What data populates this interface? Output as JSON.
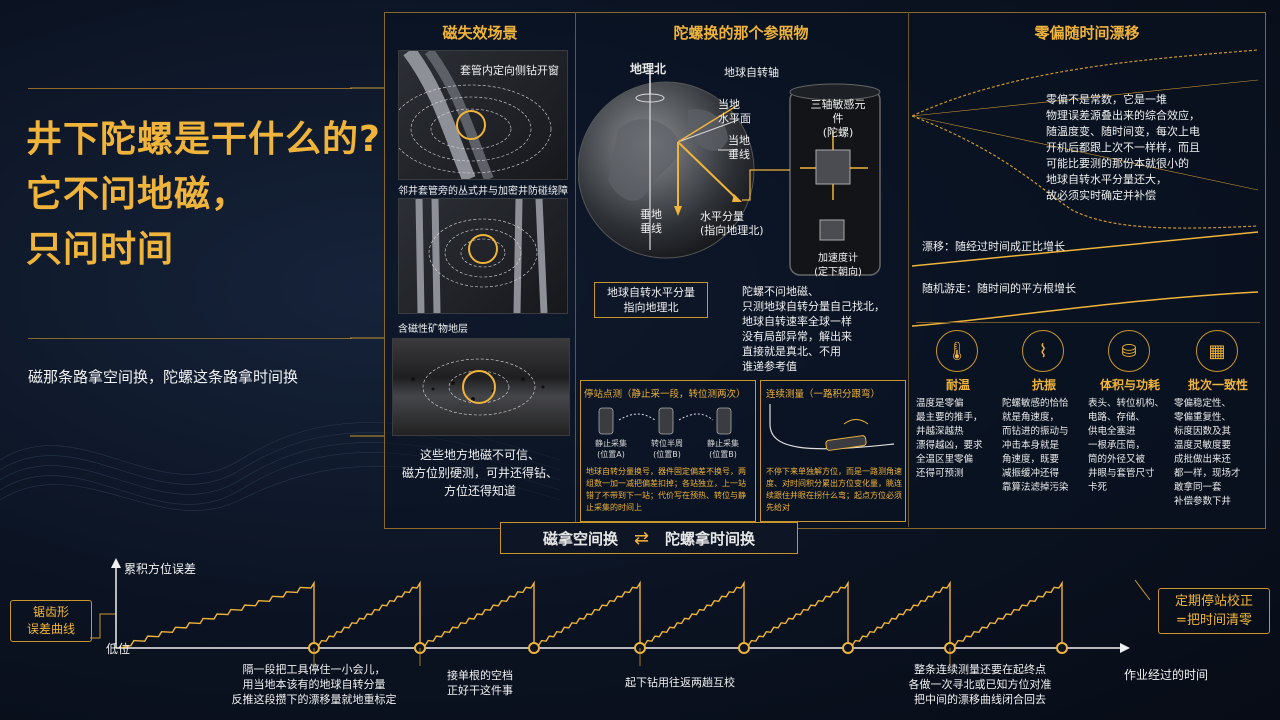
{
  "title": {
    "line1": "井下陀螺是干什么的?",
    "line2": "它不问地磁，",
    "line3": "只问时间"
  },
  "subtitle": "磁那条路拿空间换，陀螺这条路拿时间换",
  "panel1": {
    "header": "磁失效场景",
    "img1_label": "套管内定向侧钻开窗",
    "img2_label": "邻井套管旁的丛式井与加密井防碰绕障",
    "img3_label": "含磁性矿物地层",
    "caption": [
      "这些地方地磁不可信、",
      "磁方位别硬测，可井还得钻、",
      "方位还得知道"
    ]
  },
  "panel2": {
    "header": "陀螺换的那个参照物",
    "geo_north": "地理北",
    "earth_axis": "地球自转轴",
    "local_horizontal": [
      "当地",
      "水平面"
    ],
    "local_vertical": [
      "当地",
      "垂线"
    ],
    "plumb": [
      "垂地",
      "垂线"
    ],
    "horiz_component": [
      "水平分量",
      "(指向地理北)"
    ],
    "box_label": [
      "地球自转水平分量",
      "指向地理北"
    ],
    "sensor_label": [
      "三轴敏感元件",
      "(陀螺)"
    ],
    "accel_label": [
      "加速度计",
      "(定下朝向)"
    ],
    "explain": [
      "陀螺不问地磁、",
      "只测地球自转分量自己找北，",
      "地球自转速率全球一样",
      "没有局部异常，解出来",
      "直接就是真北、不用",
      "谁递参考值"
    ]
  },
  "station": {
    "header": "停站点测（静止采一段，转位测两次）",
    "pos": [
      [
        "静止采集",
        "(位置A)"
      ],
      [
        "转位半周",
        "(位置B)"
      ],
      [
        "静止采集",
        "(位置B)"
      ]
    ],
    "desc": "地球自转分量换号，器件固定偏差不换号，两组数一加一减把偏差扣掉；各站独立，上一站错了不带到下一站；代价写在预热、转位与静止采集的时间上"
  },
  "continuous": {
    "header": "连续测量（一路积分跟弯）",
    "desc": "不停下来单独解方位，而是一路测角速度、对时间积分累出方位变化量，眺连续跟住井眼在拐什么弯；起点方位必须先给对"
  },
  "panel3": {
    "header": "零偏随时间漂移",
    "explain": [
      "零偏不是常数，它是一堆",
      "物理误差源叠出来的综合效应，",
      "随温度变、随时间变，每次上电",
      "开机后都跟上次不一样样，而且",
      "可能比要测的那份本就很小的",
      "地球自转水平分量还大，",
      "故必须实时确定并补偿"
    ],
    "drift": "漂移：随经过时间成正比增长",
    "walk": "随机游走：随时间的平方根增长"
  },
  "features": [
    {
      "icon": "thermometer-icon",
      "title": "耐温",
      "text": [
        "温度是零偏",
        "最主要的推手，",
        "井越深越热",
        "漂得越凶，要求",
        "全温区里零偏",
        "还得可预测"
      ]
    },
    {
      "icon": "vibration-icon",
      "title": "抗振",
      "text": [
        "陀螺敏感的恰恰",
        "就是角速度，",
        "而钻进的振动与",
        "冲击本身就是",
        "角速度，既要",
        "减振缓冲还得",
        "靠算法滤掉污染"
      ]
    },
    {
      "icon": "power-icon",
      "title": "体积与功耗",
      "text": [
        "表头、转位机构、",
        "电路、存储、",
        "供电全塞进",
        "一根承压筒，",
        "筒的外径又被",
        "井眼与套管尺寸",
        "卡死"
      ]
    },
    {
      "icon": "cubes-icon",
      "title": "批次一致性",
      "text": [
        "零偏稳定性、",
        "零偏重复性、",
        "标度因数及其",
        "温度灵敏度要",
        "成批做出来还",
        "都一样，现场才",
        "敢拿同一套",
        "补偿参数下井"
      ]
    }
  ],
  "banner": {
    "left": "磁拿空间换",
    "right": "陀螺拿时间换"
  },
  "bottom": {
    "side_label": [
      "锯齿形",
      "误差曲线"
    ],
    "yaxis": "累积方位误差",
    "low": "低位",
    "xaxis": "作业经过的时间",
    "right_box": [
      "定期停站校正",
      "=把时间清零"
    ],
    "notes": [
      [
        "隔一段把工具停住一小会儿，",
        "用当地本该有的地球自转分量",
        "反推这段攒下的漂移量就地重标定"
      ],
      [
        "接单根的空档",
        "正好干这件事"
      ],
      [
        "起下钻用往返两趟互校"
      ],
      [
        "整条连续测量还要在起终点",
        "各做一次寻北或已知方位对准",
        "把中间的漂移曲线闭合回去"
      ]
    ]
  },
  "colors": {
    "accent": "#f0b43a",
    "bg": "#0b1322",
    "line": "#c9962e"
  }
}
